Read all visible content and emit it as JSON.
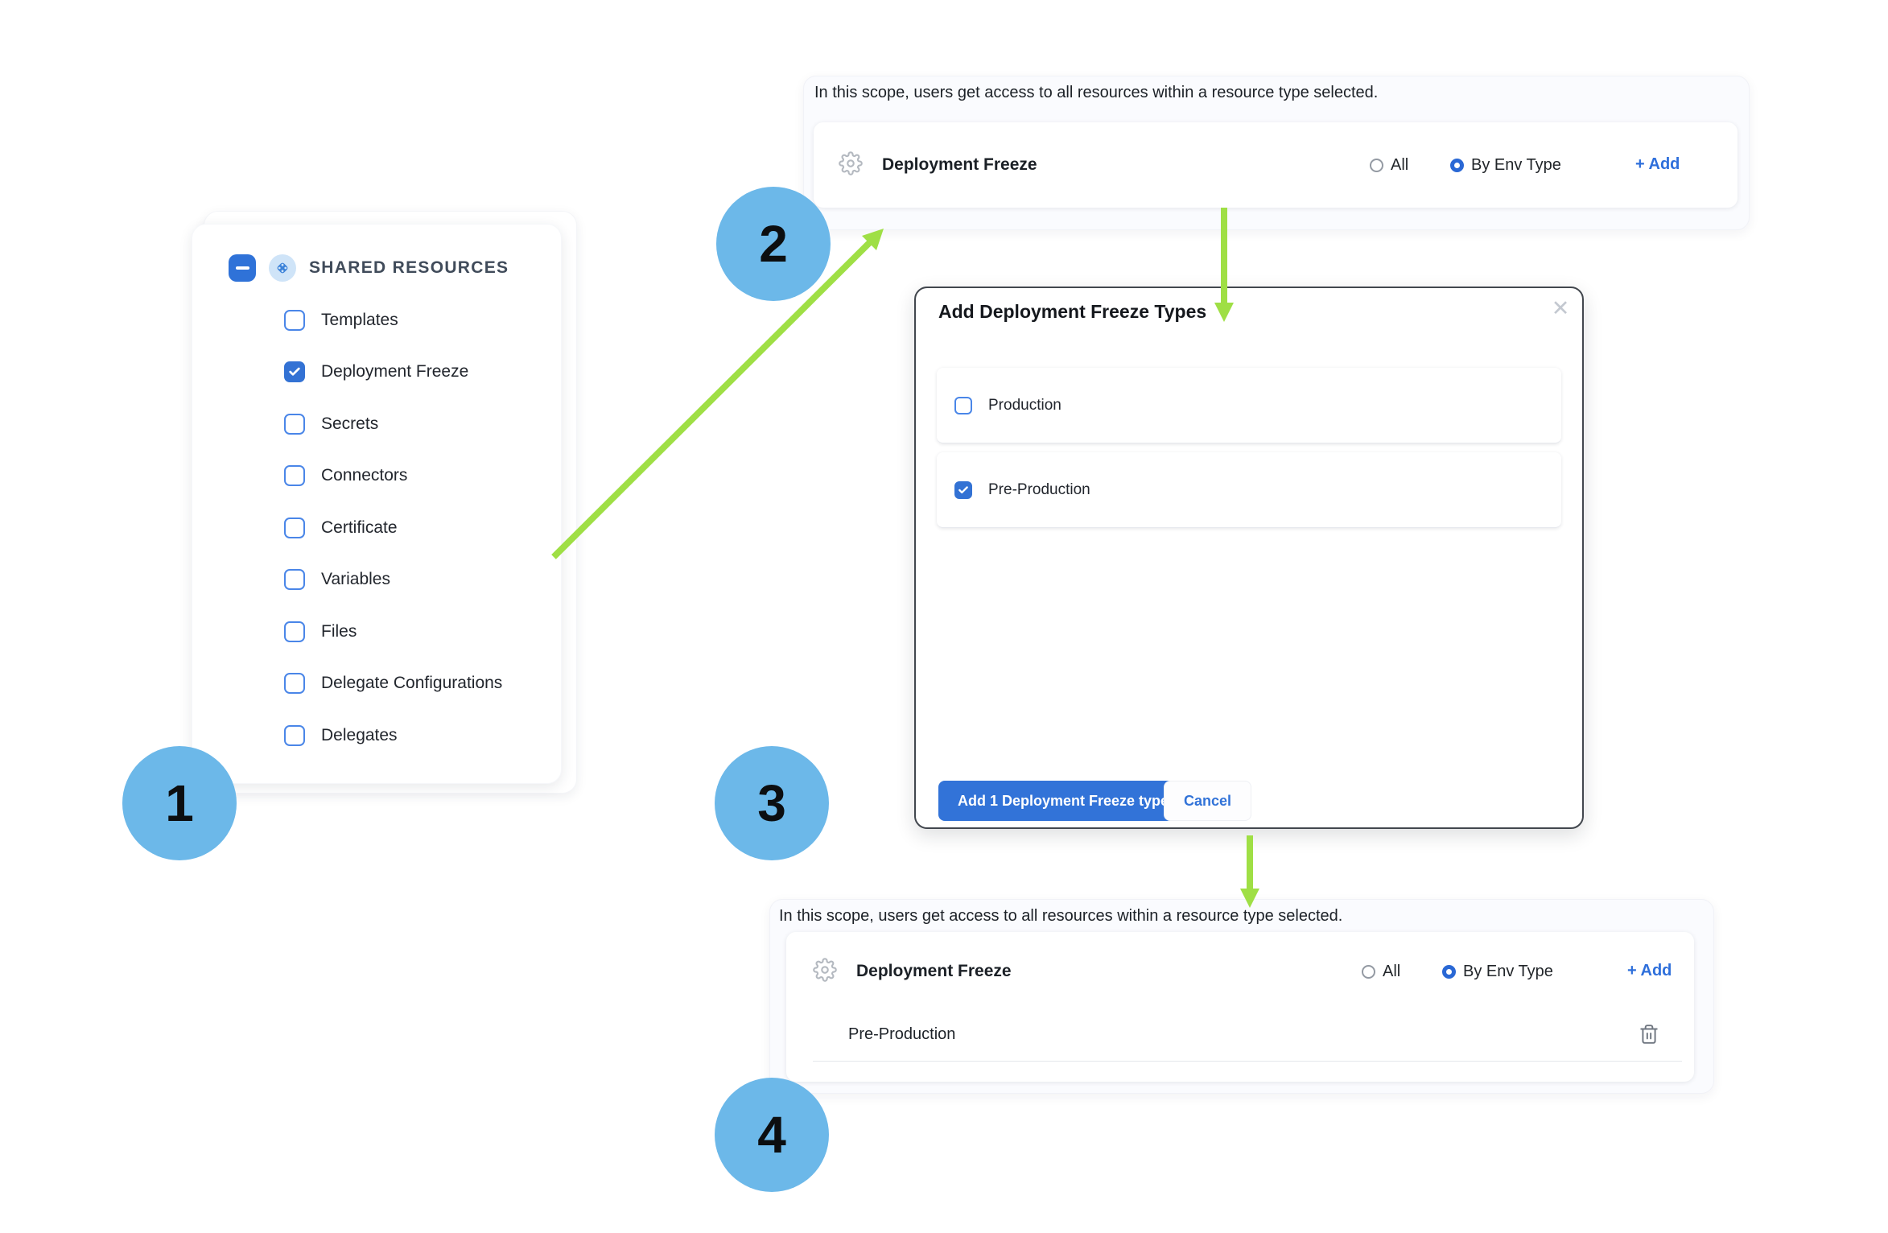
{
  "steps": [
    "1",
    "2",
    "3",
    "4"
  ],
  "colors": {
    "accent_blue": "#3273d8",
    "checkbox_blue": "#3372d4",
    "arrow_green": "#9fdf45",
    "step_circle_blue": "#6cb8e9"
  },
  "sidebar": {
    "header": "SHARED RESOURCES",
    "items": [
      {
        "label": "Templates",
        "checked": false
      },
      {
        "label": "Deployment Freeze",
        "checked": true
      },
      {
        "label": "Secrets",
        "checked": false
      },
      {
        "label": "Connectors",
        "checked": false
      },
      {
        "label": "Certificate",
        "checked": false
      },
      {
        "label": "Variables",
        "checked": false
      },
      {
        "label": "Files",
        "checked": false
      },
      {
        "label": "Delegate Configurations",
        "checked": false
      },
      {
        "label": "Delegates",
        "checked": false
      }
    ]
  },
  "scope_top": {
    "description": "In this scope, users get access to all resources within a resource type selected.",
    "resource_label": "Deployment Freeze",
    "options": {
      "all": "All",
      "by_env": "By Env Type"
    },
    "selected_option": "By Env Type",
    "add_label": "+ Add"
  },
  "modal": {
    "title": "Add Deployment Freeze Types",
    "close_icon": "✕",
    "items": [
      {
        "label": "Production",
        "checked": false
      },
      {
        "label": "Pre-Production",
        "checked": true
      }
    ],
    "primary_button": "Add 1 Deployment Freeze type",
    "cancel_button": "Cancel"
  },
  "scope_bottom": {
    "description": "In this scope, users get access to all resources within a resource type selected.",
    "resource_label": "Deployment Freeze",
    "options": {
      "all": "All",
      "by_env": "By Env Type"
    },
    "selected_option": "By Env Type",
    "add_label": "+ Add",
    "selected_types": [
      {
        "label": "Pre-Production"
      }
    ]
  }
}
